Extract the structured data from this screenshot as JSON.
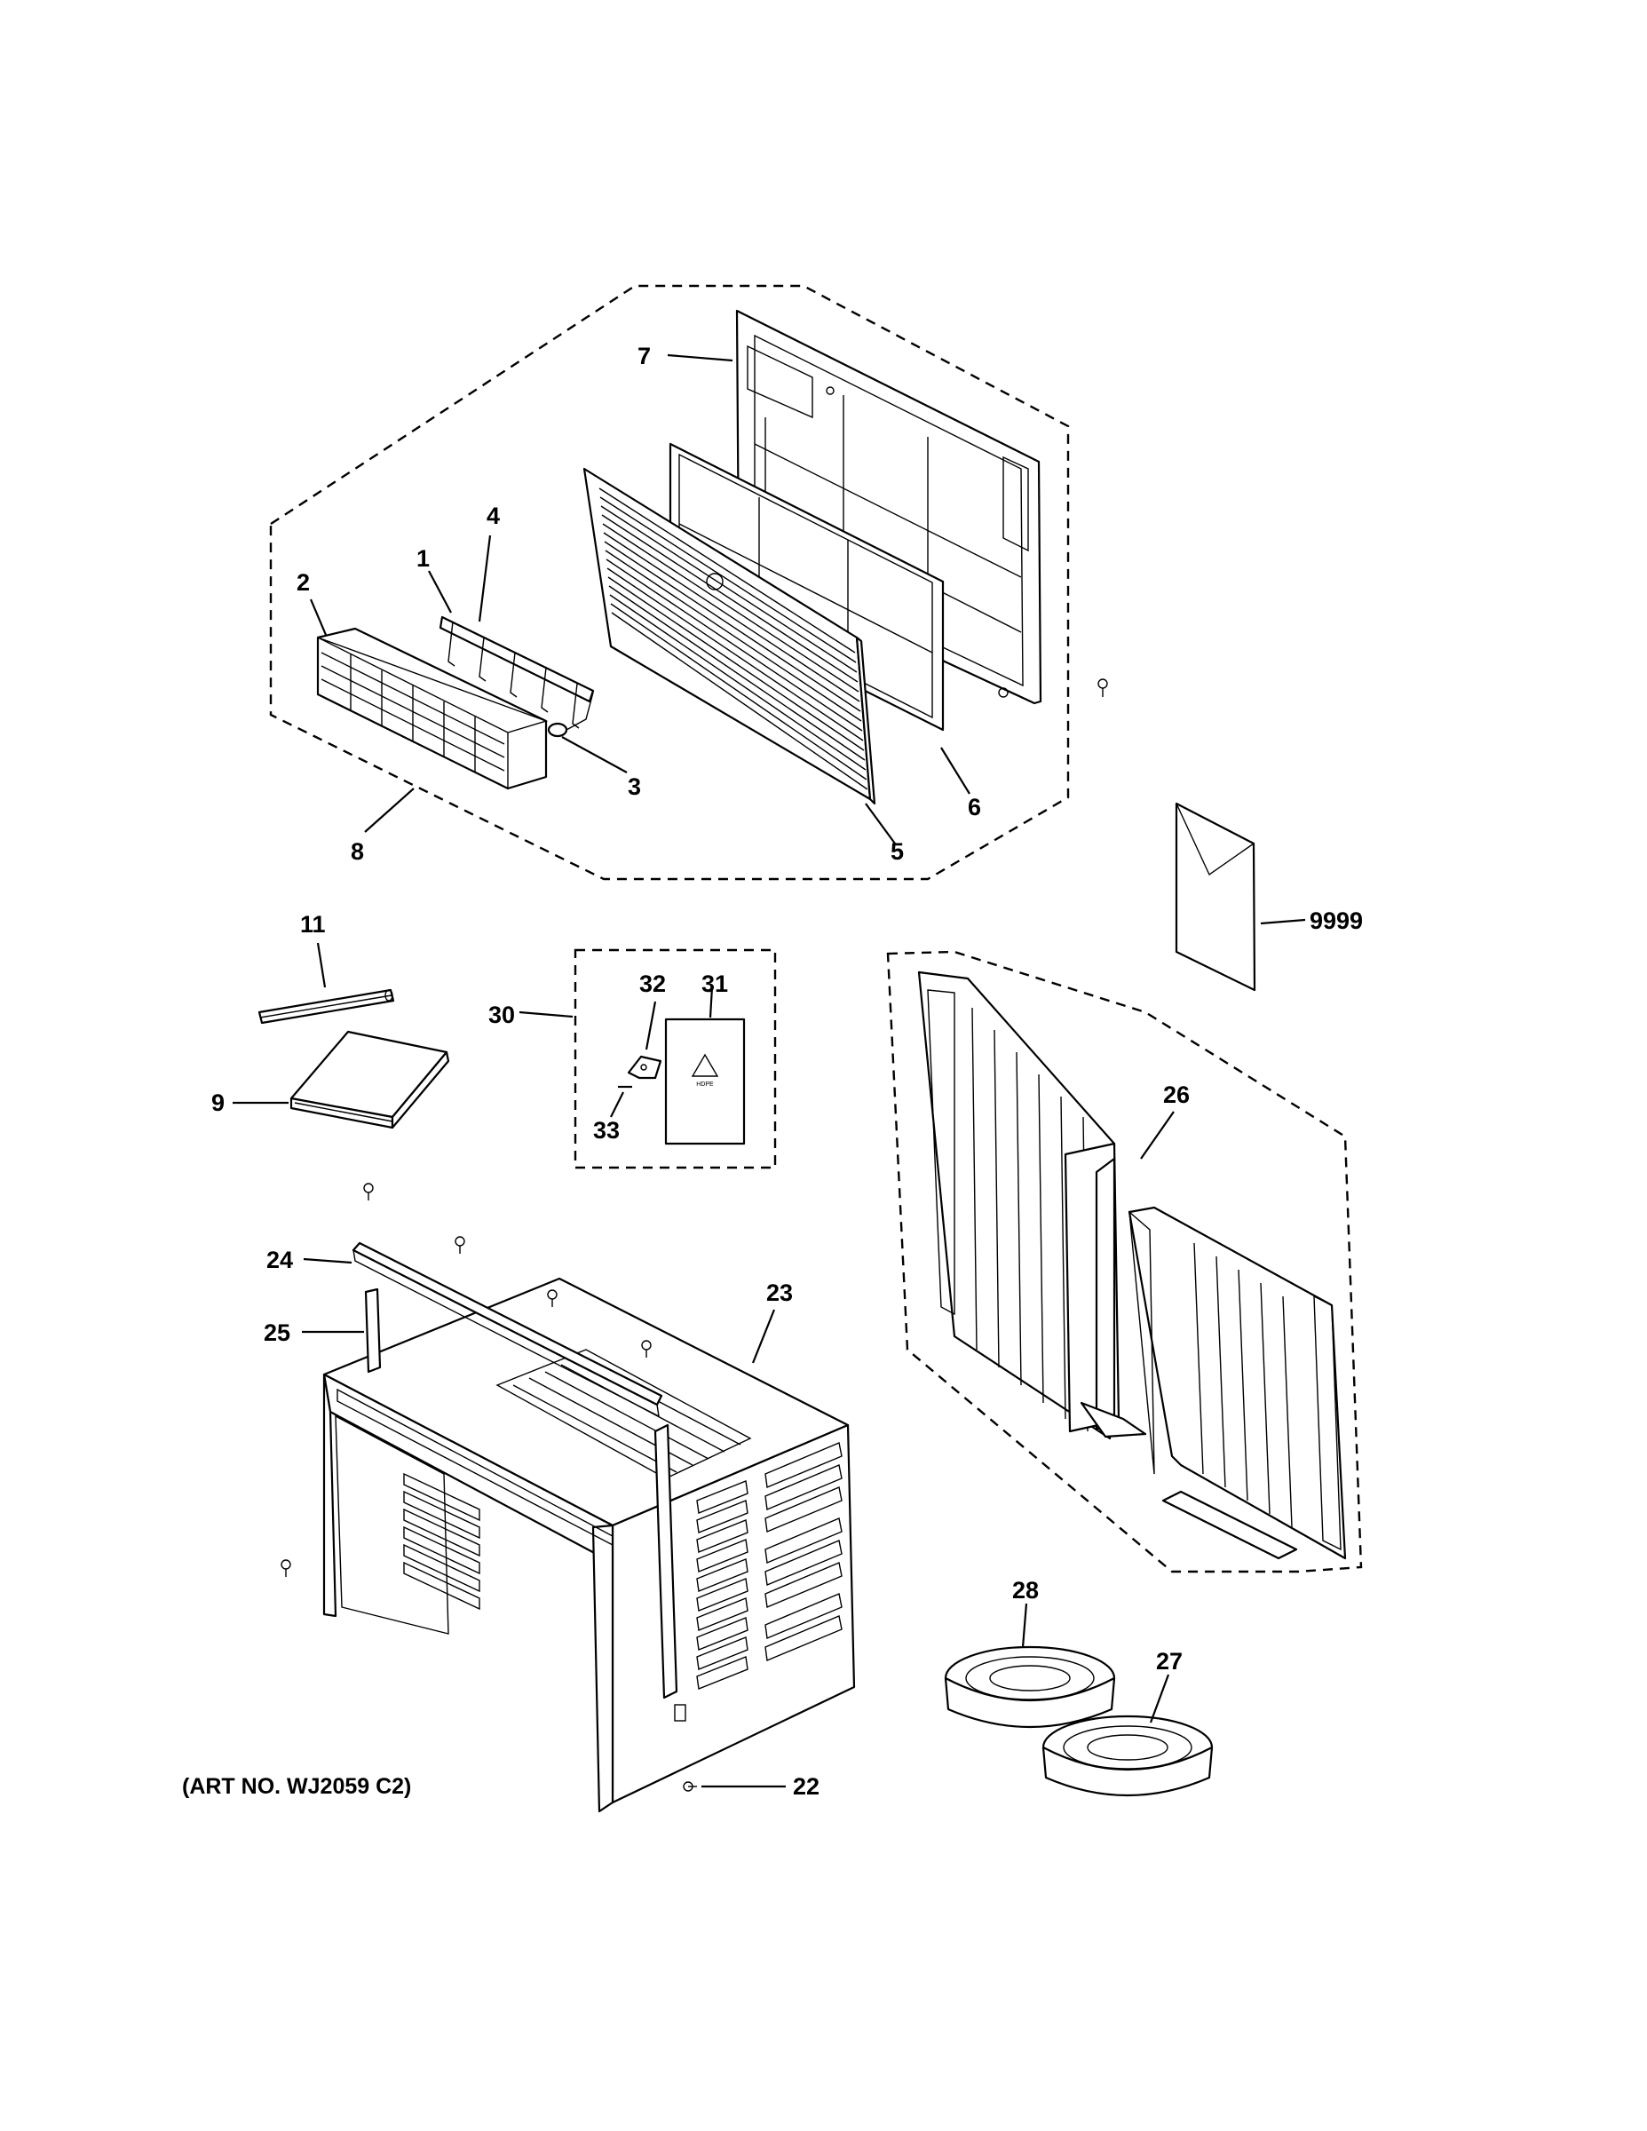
{
  "diagram": {
    "art_number": "(ART NO. WJ2059 C2)",
    "labels": {
      "p1": "1",
      "p2": "2",
      "p3": "3",
      "p4": "4",
      "p5": "5",
      "p6": "6",
      "p7": "7",
      "p8": "8",
      "p9": "9",
      "p11": "11",
      "p22": "22",
      "p23": "23",
      "p24": "24",
      "p25": "25",
      "p26": "26",
      "p27": "27",
      "p28": "28",
      "p30": "30",
      "p31": "31",
      "p32": "32",
      "p33": "33",
      "p9999": "9999"
    },
    "icons": [
      "recycle-icon",
      "screw-icon"
    ]
  }
}
